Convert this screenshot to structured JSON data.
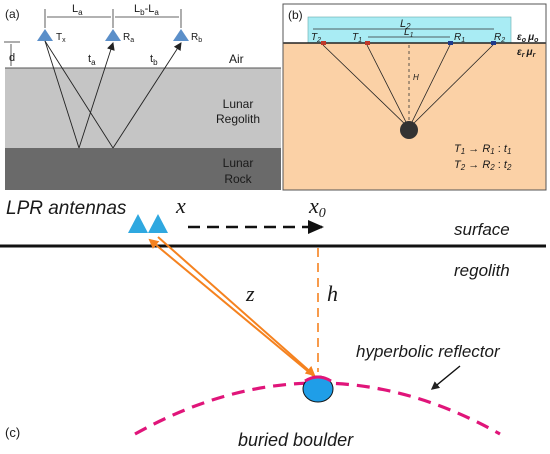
{
  "panel_a": {
    "label": "(a)",
    "dims": {
      "la": "L",
      "la_sub": "a",
      "lb_la": "L",
      "lb_sub": "b",
      "lb_dash": "-L",
      "lb_sub2": "a",
      "d": "d",
      "ta": "t",
      "ta_sub": "a",
      "tb": "t",
      "tb_sub": "b"
    },
    "antennas": [
      {
        "name": "T",
        "sub": "x"
      },
      {
        "name": "R",
        "sub": "a"
      },
      {
        "name": "R",
        "sub": "b"
      }
    ],
    "layers": {
      "air": "Air",
      "regolith_line1": "Lunar",
      "regolith_line2": "Regolith",
      "rock_line1": "Lunar",
      "rock_line2": "Rock"
    },
    "colors": {
      "regolith": "#c5c5c5",
      "rock": "#6a6a6a",
      "antenna": "#5b8fc9"
    }
  },
  "panel_b": {
    "label": "(b)",
    "dims": {
      "l2": "L",
      "l2_sub": "2",
      "l1": "L",
      "l1_sub": "1",
      "h": "H"
    },
    "antennas": {
      "t2": "T",
      "t2_sub": "2",
      "t1": "T",
      "t1_sub": "1",
      "r1": "R",
      "r1_sub": "1",
      "r2": "R",
      "r2_sub": "2"
    },
    "media": {
      "top_eps": "ε",
      "top_eps_sub": "o",
      "top_mu": "μ",
      "top_mu_sub": "o",
      "bot_eps": "ε",
      "bot_eps_sub": "r",
      "bot_mu": "μ",
      "bot_mu_sub": "r"
    },
    "legend": [
      {
        "from": "T",
        "from_sub": "1",
        "to": "R",
        "to_sub": "1",
        "time": "t",
        "time_sub": "1"
      },
      {
        "from": "T",
        "from_sub": "2",
        "to": "R",
        "to_sub": "2",
        "time": "t",
        "time_sub": "2"
      }
    ],
    "colors": {
      "box": "#a9ecf4",
      "ground": "#fbd1a6"
    }
  },
  "panel_c": {
    "label": "(c)",
    "antennas_label": "LPR antennas",
    "x": "x",
    "x0": "x",
    "x0_sub": "0",
    "surface": "surface",
    "regolith": "regolith",
    "z": "z",
    "h": "h",
    "reflector": "hyperbolic reflector",
    "boulder": "buried boulder",
    "colors": {
      "antenna": "#2fa8e0",
      "ray": "#f5821f",
      "reflector": "#e0157a",
      "boulder": "#1f9ee8"
    }
  }
}
